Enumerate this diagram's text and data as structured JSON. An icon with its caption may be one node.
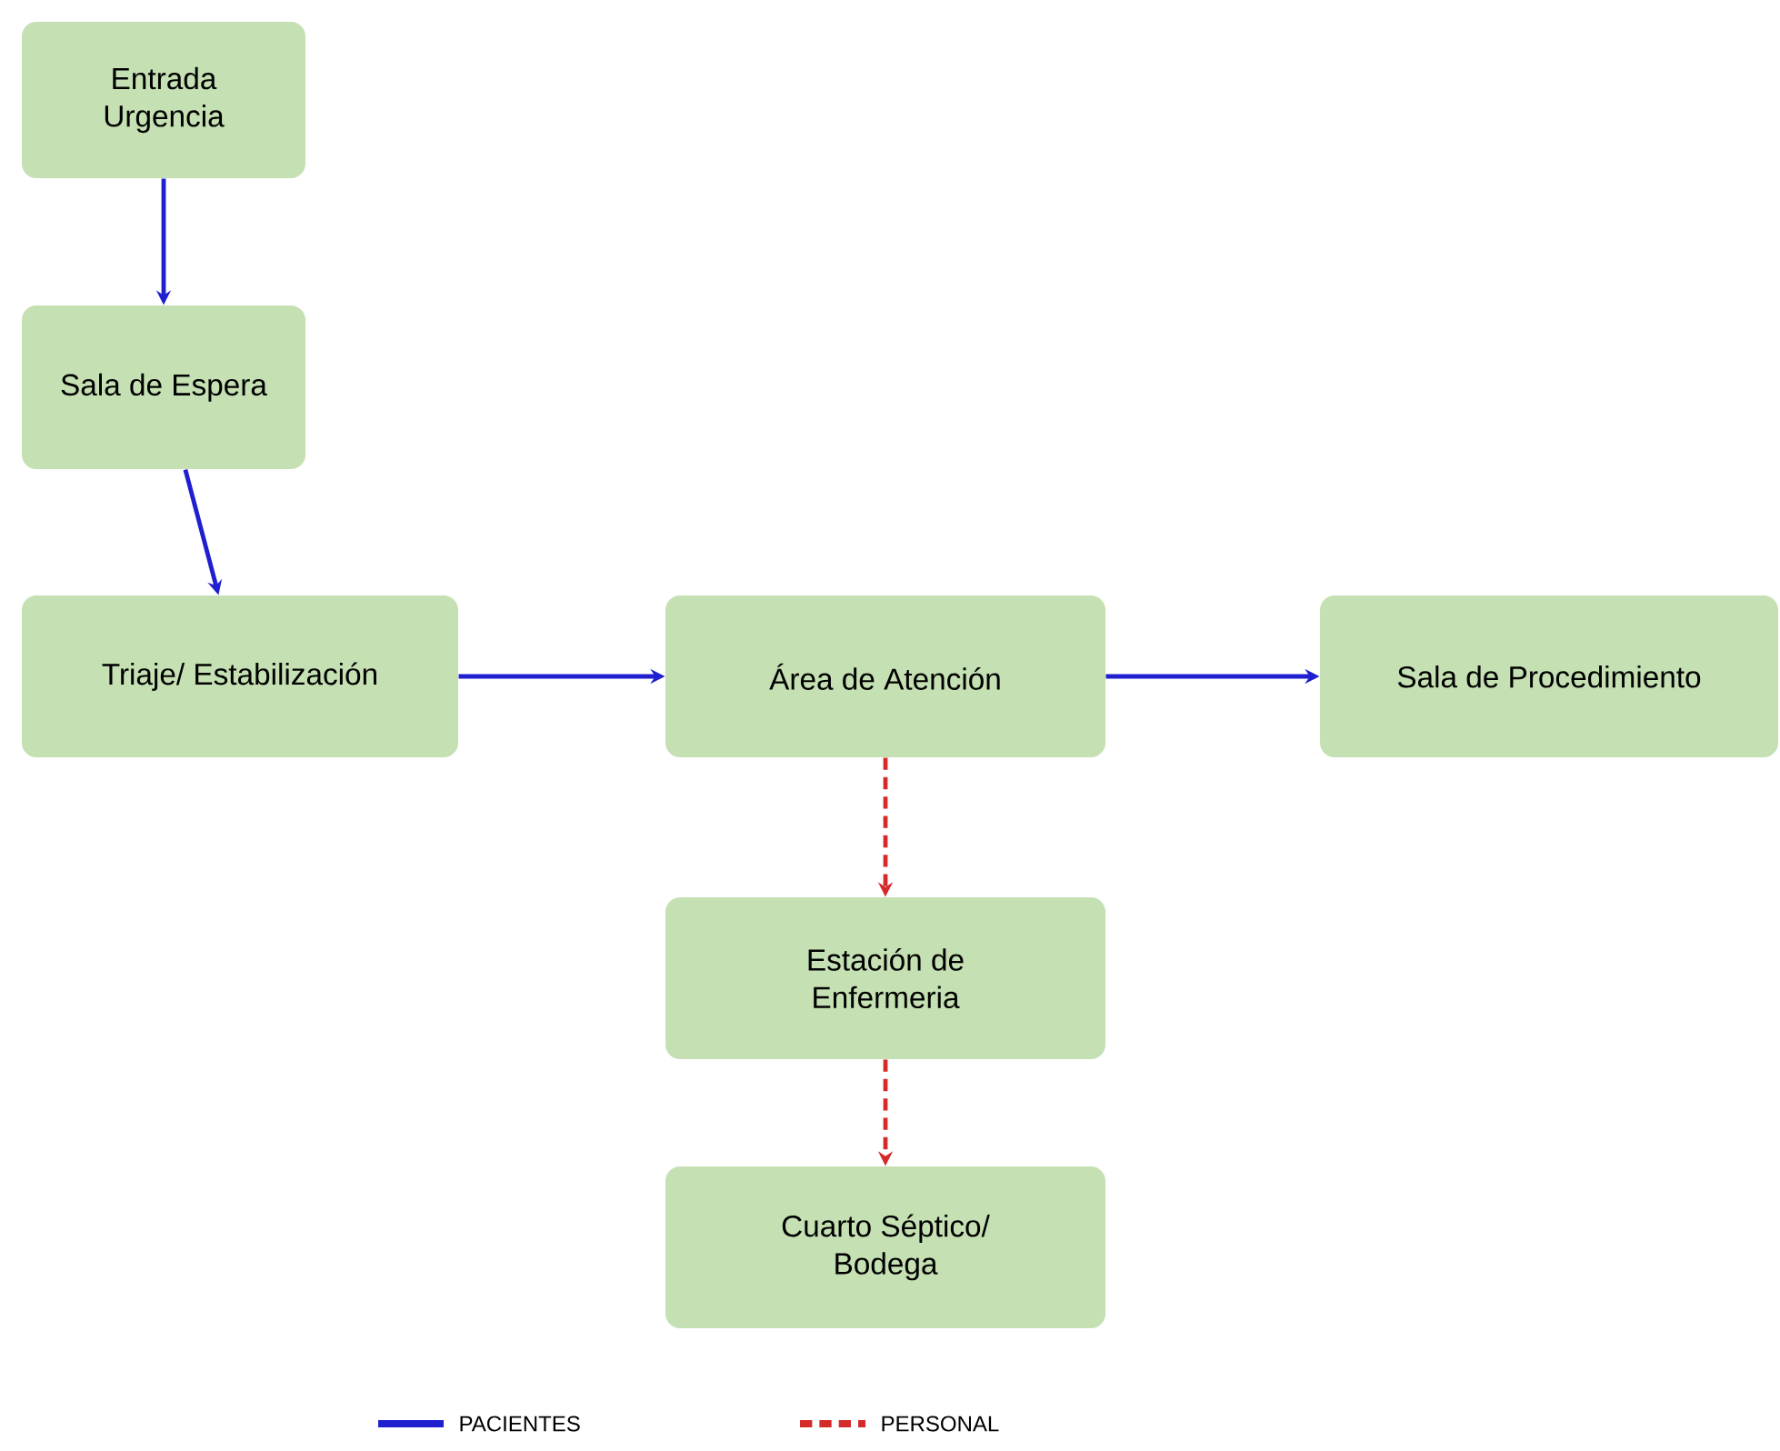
{
  "diagram": {
    "nodes": [
      {
        "text": [
          "Entrada Urgencia"
        ]
      },
      {
        "text": [
          "Sala de Espera"
        ]
      },
      {
        "text": [
          "Triaje/ Estabilización"
        ]
      },
      {
        "text": [
          "Área de Atención"
        ]
      },
      {
        "text": [
          "Sala de Procedimiento"
        ]
      },
      {
        "text": [
          "Estación de Enfermeria"
        ]
      },
      {
        "text": [
          "Cuarto Séptico/ Bodega"
        ]
      }
    ],
    "edges": [
      {
        "from": 0,
        "to": 1,
        "arrow": "to"
      },
      {
        "from": 1,
        "to": 2,
        "arrow": "to"
      },
      {
        "from": 2,
        "to": 3,
        "arrow": "to"
      },
      {
        "from": 3,
        "to": 4,
        "arrow": "to"
      },
      {
        "from": 3,
        "to": 5,
        "arrow": "to",
        "style": "dashed",
        "color": "#d42a2a"
      },
      {
        "from": 5,
        "to": 6,
        "arrow": "to",
        "style": "dashed",
        "color": "#d42a2a"
      }
    ],
    "legend": [
      {
        "text": "PACIENTES"
      },
      {
        "text": "PERSONAL"
      }
    ]
  }
}
